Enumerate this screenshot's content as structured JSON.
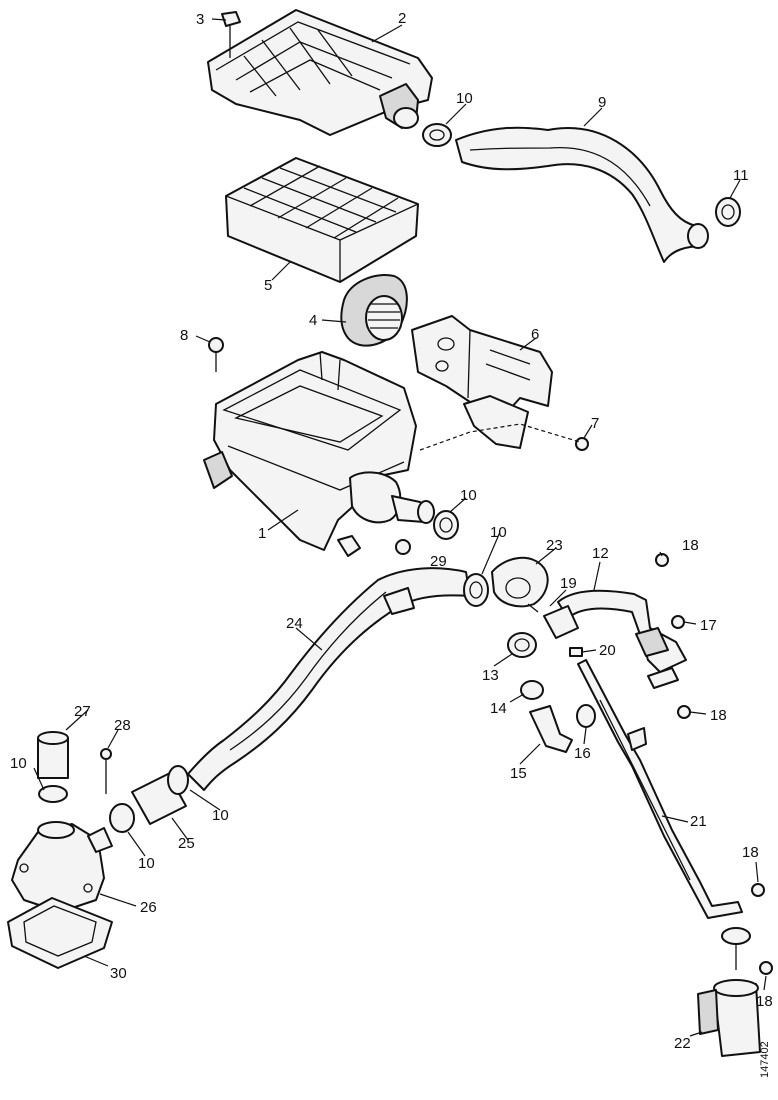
{
  "figure": {
    "reference_code": "147402",
    "parts": {
      "p1": "1",
      "p2": "2",
      "p3": "3",
      "p4": "4",
      "p5": "5",
      "p6": "6",
      "p7": "7",
      "p8": "8",
      "p9": "9",
      "p11": "11",
      "p12": "12",
      "p13": "13",
      "p14": "14",
      "p15": "15",
      "p16": "16",
      "p17": "17",
      "p19": "19",
      "p20": "20",
      "p21": "21",
      "p22": "22",
      "p23": "23",
      "p24": "24",
      "p25": "25",
      "p26": "26",
      "p27": "27",
      "p28": "28",
      "p29": "29",
      "p30": "30",
      "clamp": "10",
      "bolt": "18"
    }
  }
}
